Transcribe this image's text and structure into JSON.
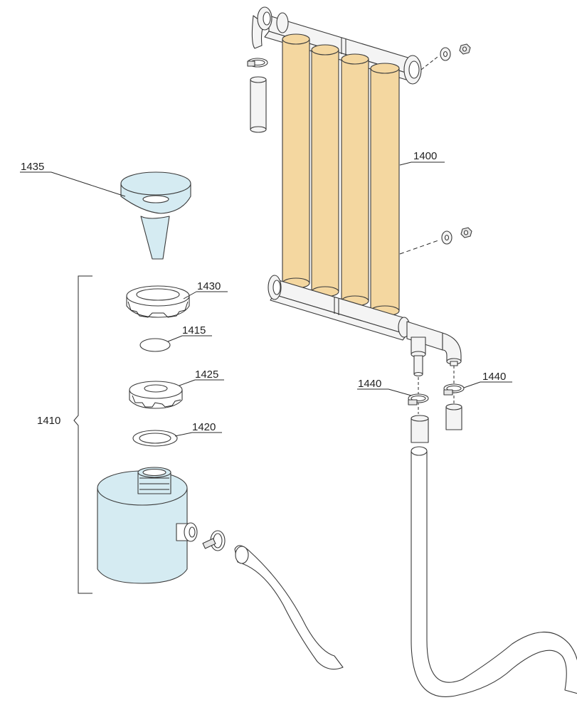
{
  "labels": {
    "filter_assembly": "1400",
    "kit": "1410",
    "cap_ring": "1430",
    "funnel": "1435",
    "disc": "1415",
    "nut": "1425",
    "gasket": "1420",
    "clamp_left": "1440",
    "clamp_right": "1440"
  },
  "colors": {
    "filter": "#f4d7a0",
    "container": "#d5ebf2",
    "line": "#3a3a3a"
  }
}
